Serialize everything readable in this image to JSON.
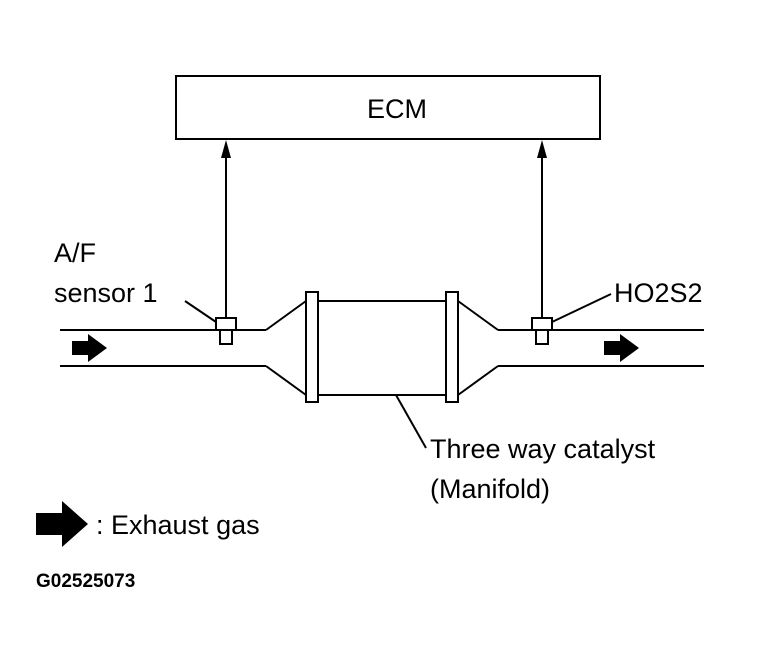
{
  "ecm": {
    "label": "ECM"
  },
  "af_sensor": {
    "line1": "A/F",
    "line2": "sensor 1"
  },
  "ho2s2": {
    "label": "HO2S2"
  },
  "catalyst": {
    "line1": "Three way catalyst",
    "line2": "(Manifold)"
  },
  "legend": {
    "text": ": Exhaust gas",
    "icon": "arrow-right-icon"
  },
  "figure_code": "G02525073"
}
